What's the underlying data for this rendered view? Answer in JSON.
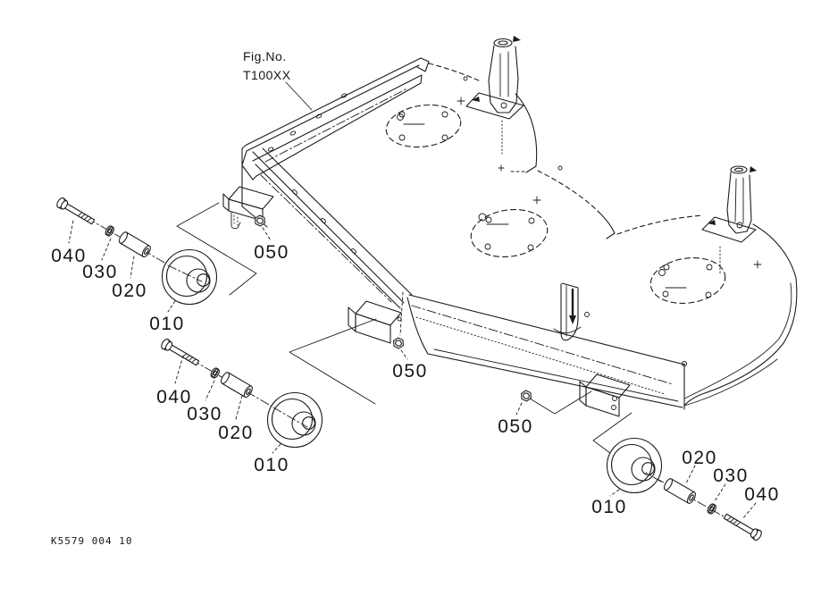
{
  "figure": {
    "fig_no_label": "Fig.No.",
    "fig_no_value": "T100XX",
    "drawing_code": "K5579 004 10"
  },
  "colors": {
    "line": "#1c1c1c",
    "background": "#ffffff"
  },
  "groups": [
    {
      "labels": [
        "040",
        "030",
        "020",
        "010",
        "050"
      ]
    },
    {
      "labels": [
        "040",
        "030",
        "020",
        "010",
        "050"
      ]
    },
    {
      "labels": [
        "050",
        "010",
        "020",
        "030",
        "040"
      ]
    }
  ]
}
